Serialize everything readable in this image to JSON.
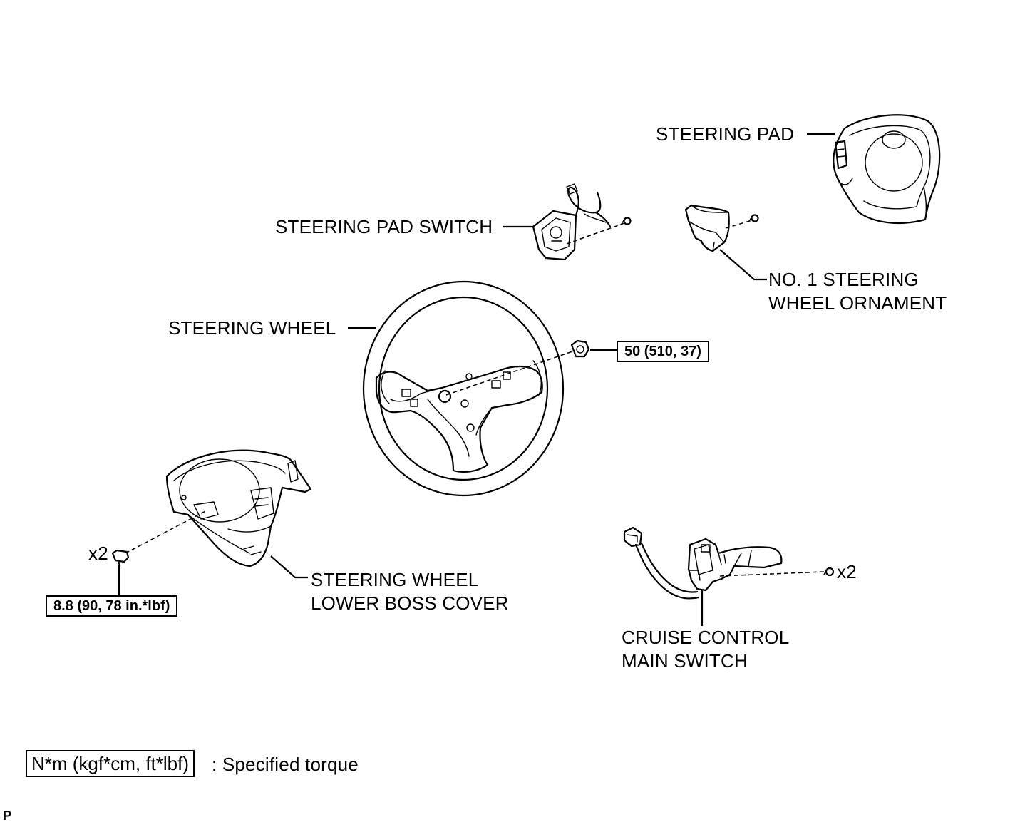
{
  "parts": {
    "steering_pad": "STEERING PAD",
    "steering_pad_switch": "STEERING PAD SWITCH",
    "no1_ornament_line1": "NO. 1 STEERING",
    "no1_ornament_line2": "WHEEL ORNAMENT",
    "steering_wheel": "STEERING WHEEL",
    "lower_boss_cover_line1": "STEERING WHEEL",
    "lower_boss_cover_line2": "LOWER BOSS COVER",
    "cruise_switch_line1": "CRUISE CONTROL",
    "cruise_switch_line2": "MAIN SWITCH"
  },
  "torques": {
    "steering_wheel_nut": "50 (510, 37)",
    "lower_cover_screw": "8.8 (90, 78 in.*lbf)"
  },
  "quantities": {
    "lower_cover_screws": "x2",
    "cruise_switch_screws": "x2"
  },
  "legend": {
    "box": "N*m (kgf*cm, ft*lbf)",
    "text": ": Specified torque"
  },
  "corner_mark": "P"
}
